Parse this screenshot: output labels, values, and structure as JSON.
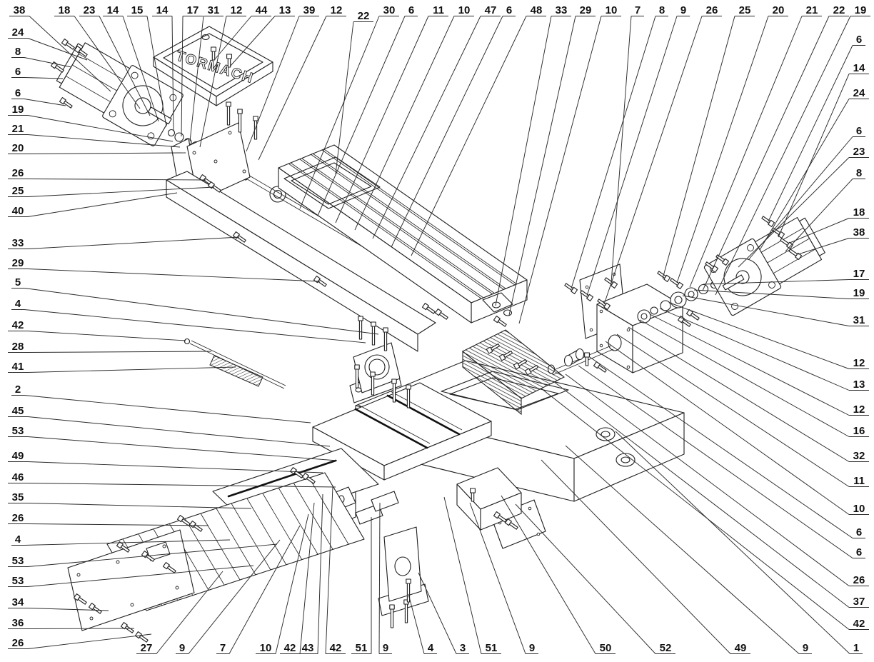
{
  "logo": {
    "text": "TORMACH"
  },
  "drawing": {
    "kind": "exploded-parts-diagram"
  },
  "callouts": [
    [
      "38",
      27,
      19,
      155,
      128
    ],
    [
      "18",
      90,
      19,
      196,
      152
    ],
    [
      "23",
      125,
      19,
      210,
      162
    ],
    [
      "14",
      158,
      19,
      222,
      170
    ],
    [
      "15",
      192,
      19,
      233,
      177
    ],
    [
      "14",
      227,
      19,
      243,
      184
    ],
    [
      "17",
      270,
      19,
      254,
      191
    ],
    [
      "31",
      299,
      19,
      266,
      198
    ],
    [
      "12",
      331,
      19,
      280,
      206
    ],
    [
      "44",
      366,
      19,
      300,
      84
    ],
    [
      "13",
      399,
      19,
      323,
      92
    ],
    [
      "39",
      433,
      19,
      345,
      212
    ],
    [
      "12",
      471,
      19,
      362,
      224
    ],
    [
      "22",
      509,
      27,
      470,
      244
    ],
    [
      "30",
      545,
      19,
      420,
      292
    ],
    [
      "6",
      576,
      19,
      445,
      302
    ],
    [
      "11",
      614,
      19,
      470,
      312
    ],
    [
      "10",
      650,
      19,
      497,
      322
    ],
    [
      "47",
      687,
      19,
      522,
      334
    ],
    [
      "6",
      713,
      19,
      548,
      346
    ],
    [
      "48",
      751,
      19,
      576,
      358
    ],
    [
      "33",
      786,
      19,
      694,
      428
    ],
    [
      "29",
      820,
      19,
      713,
      441
    ],
    [
      "10",
      856,
      19,
      727,
      453
    ],
    [
      "7",
      893,
      19,
      856,
      396
    ],
    [
      "8",
      927,
      19,
      800,
      404
    ],
    [
      "9",
      957,
      19,
      822,
      414
    ],
    [
      "26",
      997,
      19,
      846,
      426
    ],
    [
      "25",
      1043,
      19,
      928,
      390
    ],
    [
      "20",
      1090,
      19,
      948,
      396
    ],
    [
      "21",
      1137,
      19,
      966,
      402
    ],
    [
      "22",
      1175,
      19,
      984,
      407
    ],
    [
      "19",
      1205,
      19,
      1002,
      413
    ],
    [
      "24",
      25,
      50,
      122,
      84
    ],
    [
      "8",
      25,
      77,
      100,
      94
    ],
    [
      "6",
      25,
      105,
      88,
      110
    ],
    [
      "6",
      25,
      135,
      92,
      148
    ],
    [
      "19",
      25,
      158,
      242,
      198
    ],
    [
      "21",
      25,
      185,
      252,
      206
    ],
    [
      "20",
      25,
      212,
      260,
      214
    ],
    [
      "26",
      25,
      247,
      288,
      252
    ],
    [
      "25",
      25,
      272,
      300,
      262
    ],
    [
      "40",
      25,
      300,
      248,
      270
    ],
    [
      "33",
      25,
      345,
      335,
      332
    ],
    [
      "29",
      25,
      373,
      448,
      394
    ],
    [
      "5",
      25,
      400,
      530,
      468
    ],
    [
      "4",
      25,
      430,
      512,
      480
    ],
    [
      "42",
      25,
      460,
      260,
      477
    ],
    [
      "28",
      25,
      490,
      296,
      492
    ],
    [
      "41",
      25,
      518,
      330,
      514
    ],
    [
      "2",
      25,
      550,
      435,
      592
    ],
    [
      "45",
      25,
      580,
      462,
      625
    ],
    [
      "53",
      25,
      608,
      472,
      645
    ],
    [
      "49",
      25,
      643,
      452,
      662
    ],
    [
      "46",
      25,
      673,
      470,
      682
    ],
    [
      "35",
      25,
      701,
      352,
      712
    ],
    [
      "26",
      25,
      730,
      292,
      736
    ],
    [
      "4",
      25,
      760,
      322,
      756
    ],
    [
      "53",
      25,
      790,
      388,
      762
    ],
    [
      "53",
      25,
      818,
      355,
      792
    ],
    [
      "34",
      25,
      848,
      152,
      855
    ],
    [
      "36",
      25,
      877,
      188,
      880
    ],
    [
      "26",
      25,
      905,
      212,
      888
    ],
    [
      "6",
      1203,
      60,
      1076,
      310
    ],
    [
      "14",
      1203,
      100,
      1090,
      332
    ],
    [
      "24",
      1203,
      135,
      1064,
      350
    ],
    [
      "6",
      1203,
      188,
      1048,
      364
    ],
    [
      "23",
      1203,
      217,
      1034,
      374
    ],
    [
      "8",
      1203,
      247,
      1100,
      352
    ],
    [
      "18",
      1203,
      302,
      1106,
      340
    ],
    [
      "38",
      1203,
      330,
      1118,
      356
    ],
    [
      "17",
      1203,
      388,
      985,
      398
    ],
    [
      "19",
      1203,
      415,
      972,
      406
    ],
    [
      "31",
      1203,
      453,
      956,
      414
    ],
    [
      "12",
      1203,
      513,
      938,
      424
    ],
    [
      "13",
      1203,
      543,
      924,
      432
    ],
    [
      "12",
      1203,
      578,
      910,
      440
    ],
    [
      "16",
      1203,
      608,
      896,
      448
    ],
    [
      "32",
      1203,
      643,
      880,
      458
    ],
    [
      "11",
      1203,
      678,
      864,
      468
    ],
    [
      "10",
      1203,
      717,
      848,
      478
    ],
    [
      "6",
      1203,
      750,
      826,
      500
    ],
    [
      "6",
      1203,
      778,
      810,
      512
    ],
    [
      "26",
      1203,
      817,
      792,
      524
    ],
    [
      "37",
      1203,
      847,
      775,
      534
    ],
    [
      "42",
      1203,
      878,
      758,
      544
    ],
    [
      "27",
      205,
      912,
      312,
      800
    ],
    [
      "9",
      255,
      912,
      392,
      756
    ],
    [
      "7",
      312,
      912,
      420,
      736
    ],
    [
      "10",
      372,
      912,
      432,
      720
    ],
    [
      "42",
      406,
      912,
      440,
      704
    ],
    [
      "43",
      431,
      912,
      452,
      692
    ],
    [
      "42",
      470,
      912,
      466,
      682
    ],
    [
      "51",
      506,
      912,
      520,
      724
    ],
    [
      "9",
      540,
      912,
      532,
      704
    ],
    [
      "4",
      603,
      912,
      572,
      832
    ],
    [
      "3",
      648,
      912,
      586,
      802
    ],
    [
      "51",
      688,
      912,
      622,
      696
    ],
    [
      "9",
      745,
      912,
      658,
      704
    ],
    [
      "50",
      848,
      912,
      702,
      694
    ],
    [
      "52",
      932,
      912,
      722,
      706
    ],
    [
      "49",
      1037,
      912,
      758,
      644
    ],
    [
      "9",
      1128,
      912,
      792,
      624
    ],
    [
      "1",
      1199,
      912,
      862,
      604
    ]
  ]
}
